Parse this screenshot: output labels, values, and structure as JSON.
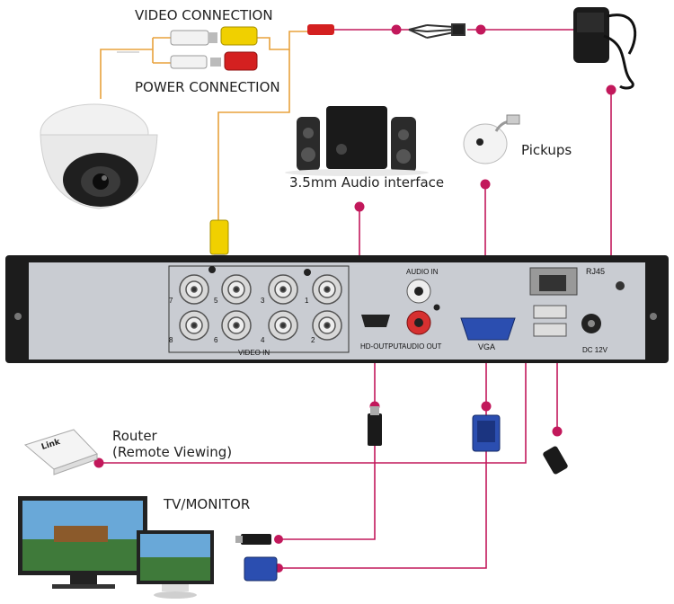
{
  "labels": {
    "video_connection": "VIDEO CONNECTION",
    "power_connection": "POWER CONNECTION",
    "audio_interface": "3.5mm Audio interface",
    "pickups": "Pickups",
    "router_line1": "Router",
    "router_line2": "(Remote Viewing)",
    "tv_monitor": "TV/MONITOR",
    "router_brand": "Link"
  },
  "dvr": {
    "ports": [
      "7",
      "5",
      "3",
      "1",
      "8",
      "6",
      "4",
      "2"
    ],
    "video_in": "VIDEO IN",
    "audio_in": "AUDIO IN",
    "audio_out": "AUDIO OUT",
    "hd_output": "HD-OUTPUT",
    "vga": "VGA",
    "rj45": "RJ45",
    "dc": "DC 12V"
  },
  "colors": {
    "line_pink": "#c2185b",
    "line_orange": "#e8a23c",
    "panel": "#c9ccd2",
    "chassis": "#1c1c1c"
  }
}
